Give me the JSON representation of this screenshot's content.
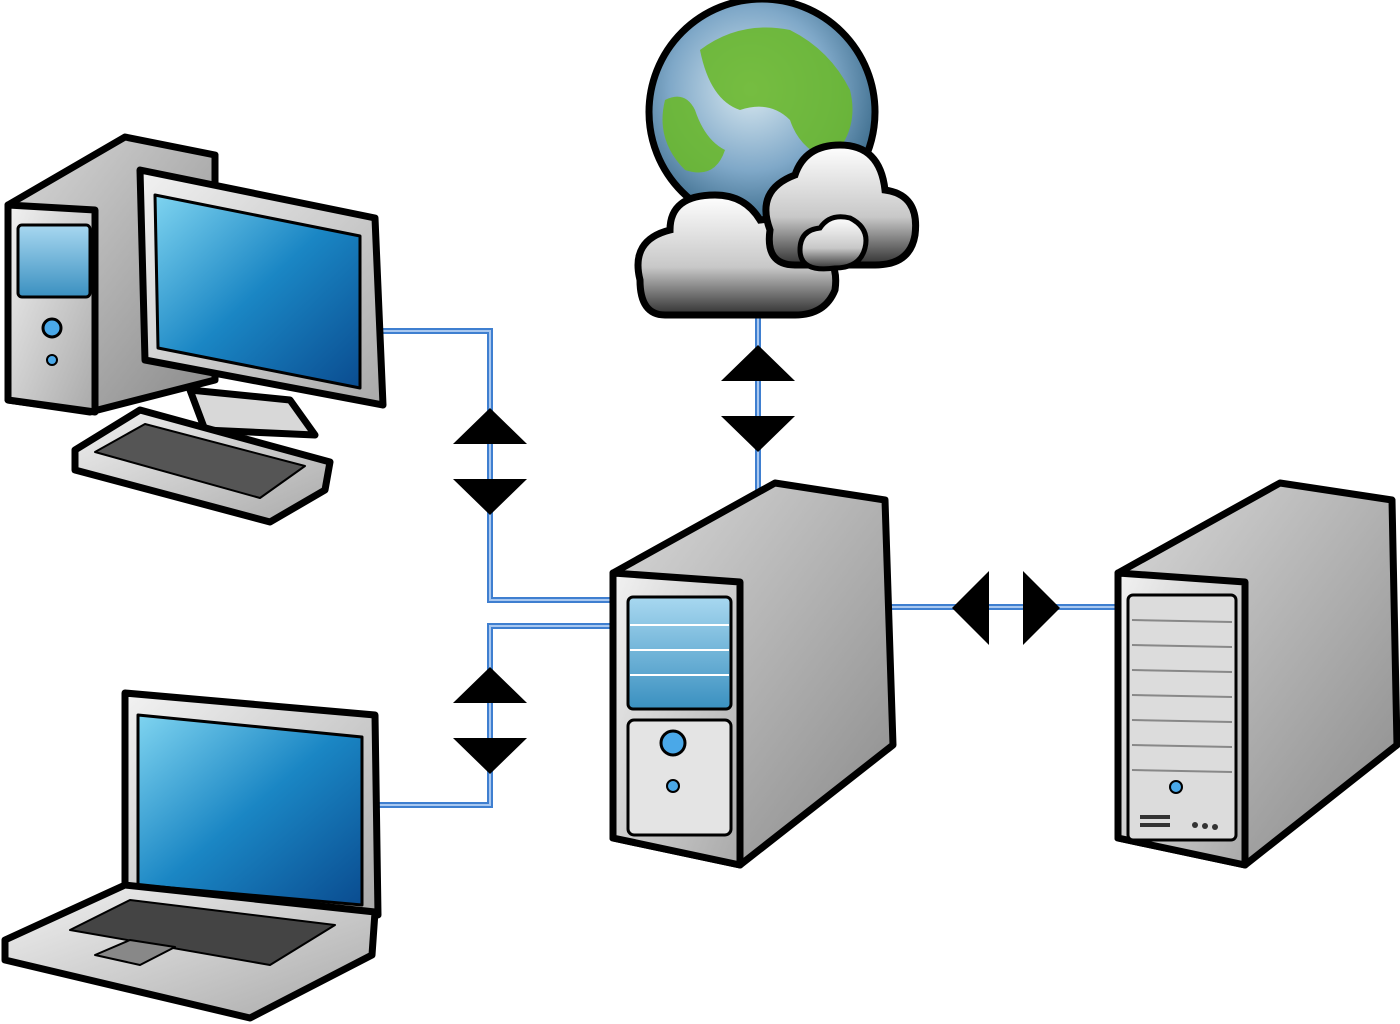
{
  "diagram": {
    "type": "network-topology",
    "nodes": [
      {
        "id": "desktop",
        "icon": "desktop-computer-icon"
      },
      {
        "id": "laptop",
        "icon": "laptop-icon"
      },
      {
        "id": "internet",
        "icon": "globe-cloud-icon"
      },
      {
        "id": "central-server",
        "icon": "server-tower-icon"
      },
      {
        "id": "storage-server",
        "icon": "server-rack-icon"
      }
    ],
    "links": [
      {
        "from": "desktop",
        "to": "central-server",
        "direction": "bidirectional"
      },
      {
        "from": "laptop",
        "to": "central-server",
        "direction": "bidirectional"
      },
      {
        "from": "internet",
        "to": "central-server",
        "direction": "bidirectional"
      },
      {
        "from": "central-server",
        "to": "storage-server",
        "direction": "bidirectional"
      }
    ]
  },
  "colors": {
    "link": "#3f7fd0",
    "link_inner": "#a9c8f0",
    "arrow": "#000000",
    "screen": "#1a78b8",
    "case": "#c8c8c8",
    "globe_land": "#6ab82e",
    "globe_sea": "#7fa8c8"
  }
}
